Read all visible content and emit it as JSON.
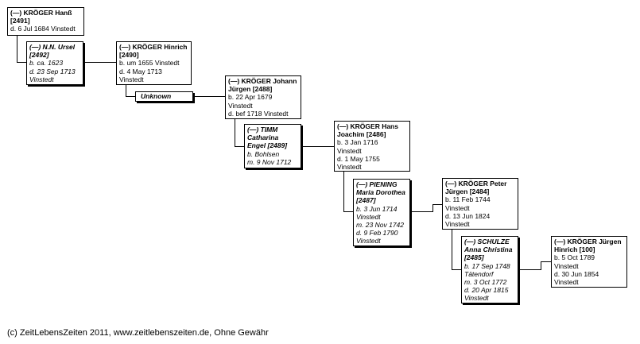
{
  "persons": {
    "p2491": {
      "name": "(—) KRÖGER Hanß",
      "id": "[2491]",
      "lines": [
        "d. 6 Jul 1684 Vinstedt"
      ]
    },
    "p2492": {
      "name": "(—) N.N. Ursel",
      "id": "[2492]",
      "lines": [
        "b. ca. 1623",
        "d. 23 Sep 1713",
        "Vinstedt"
      ]
    },
    "p2490": {
      "name": "(—) KRÖGER Hinrich",
      "id": "[2490]",
      "lines": [
        "b. um 1655 Vinstedt",
        "d. 4 May 1713",
        "Vinstedt"
      ]
    },
    "unknown": {
      "name": "Unknown"
    },
    "p2488": {
      "name": "(—) KRÖGER Johann Jürgen [2488]",
      "lines": [
        "b. 22 Apr 1679",
        "Vinstedt",
        "d. bef 1718 Vinstedt"
      ]
    },
    "p2489": {
      "name": "(—) TIMM Catharina Engel [2489]",
      "lines": [
        "b.  Bohlsen",
        "m. 9 Nov 1712"
      ]
    },
    "p2486": {
      "name": "(—) KRÖGER Hans Joachim [2486]",
      "lines": [
        "b. 3 Jan 1716",
        "Vinstedt",
        "d. 1 May 1755",
        "Vinstedt"
      ]
    },
    "p2487": {
      "name": "(—) PIENING Maria Dorothea [2487]",
      "lines": [
        "b. 3 Jun 1714",
        "Vinstedt",
        "m. 23 Nov 1742",
        "d. 9 Feb 1790",
        "Vinstedt"
      ]
    },
    "p2484": {
      "name": "(—) KRÖGER Peter Jürgen [2484]",
      "lines": [
        "b. 11 Feb 1744",
        "Vinstedt",
        "d. 13 Jun 1824",
        "Vinstedt"
      ]
    },
    "p2485": {
      "name": "(—) SCHULZE Anna Christina [2485]",
      "lines": [
        "b. 17 Sep 1748",
        "Tätendorf",
        "m. 3 Oct 1772",
        "d. 20 Apr 1815",
        "Vinstedt"
      ]
    },
    "p100": {
      "name": "(—) KRÖGER Jürgen Hinrich [100]",
      "lines": [
        "b. 5 Oct 1789",
        "Vinstedt",
        "d. 30 Jun 1854",
        "Vinstedt"
      ]
    }
  },
  "footer": "(c) ZeitLebensZeiten 2011, www.zeitlebenszeiten.de, Ohne Gewähr"
}
